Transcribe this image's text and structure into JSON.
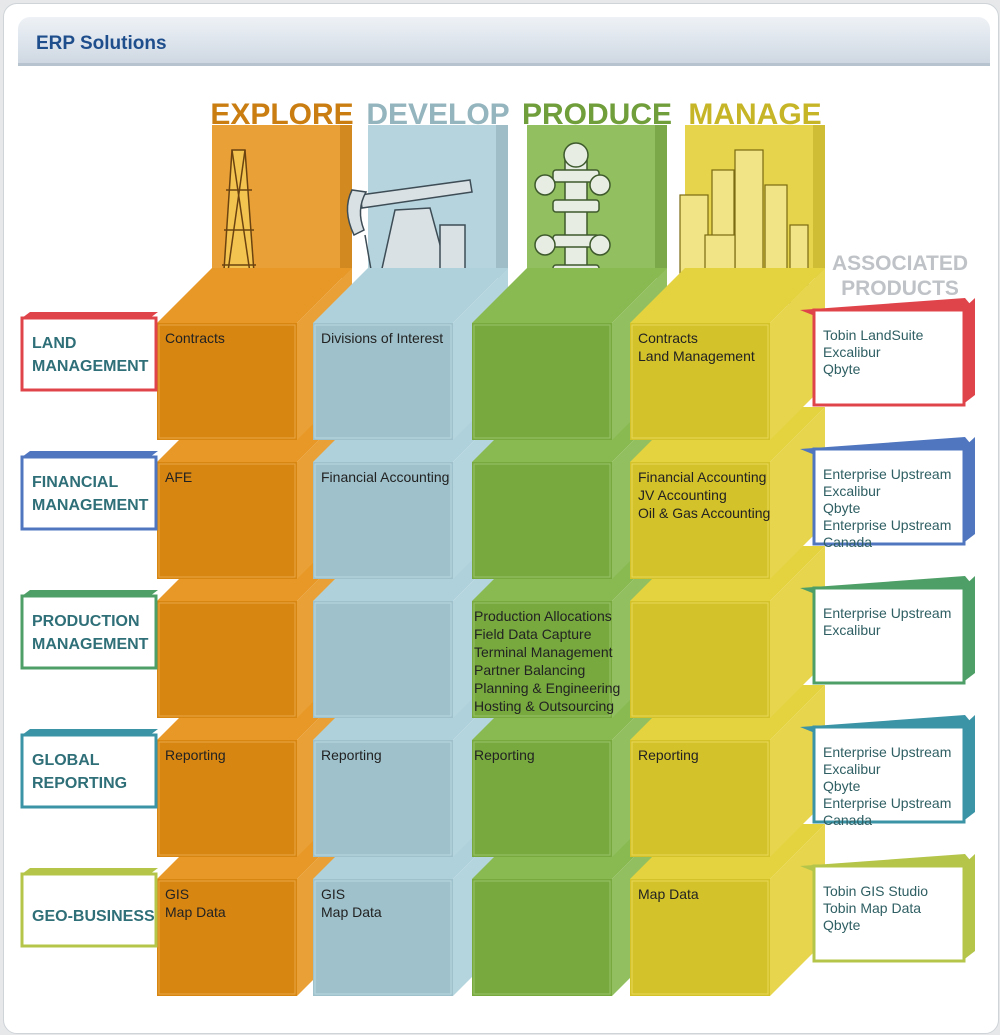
{
  "window": {
    "title": "ERP Solutions"
  },
  "phases": [
    {
      "name": "EXPLORE",
      "color": "#e58f13"
    },
    {
      "name": "DEVELOP",
      "color": "#a8cdd8"
    },
    {
      "name": "PRODUCE",
      "color": "#7fb443"
    },
    {
      "name": "MANAGE",
      "color": "#e2ce2d"
    }
  ],
  "associated_header": [
    "ASSOCIATED",
    "PRODUCTS"
  ],
  "rows": [
    {
      "label": [
        "LAND",
        "MANAGEMENT"
      ],
      "color": "#e0444b",
      "cells": [
        [
          "Contracts"
        ],
        [
          "Divisions of Interest"
        ],
        [],
        [
          "Contracts",
          "Land Management"
        ]
      ],
      "products": [
        "Tobin LandSuite",
        "Excalibur",
        "Qbyte"
      ]
    },
    {
      "label": [
        "FINANCIAL",
        "MANAGEMENT"
      ],
      "color": "#4f76bf",
      "cells": [
        [
          "AFE"
        ],
        [
          "Financial Accounting"
        ],
        [],
        [
          "Financial Accounting",
          "JV Accounting",
          "Oil & Gas Accounting"
        ]
      ],
      "products": [
        "Enterprise Upstream",
        "Excalibur",
        "Qbyte",
        "Enterprise Upstream",
        "   Canada"
      ]
    },
    {
      "label": [
        "PRODUCTION",
        "MANAGEMENT"
      ],
      "color": "#4e9f67",
      "cells": [
        [],
        [],
        [
          "Production Allocations",
          "Field Data Capture",
          "Terminal Management",
          "Partner Balancing",
          "Planning & Engineering",
          "Hosting & Outsourcing"
        ],
        []
      ],
      "products": [
        "Enterprise Upstream",
        "Excalibur"
      ]
    },
    {
      "label": [
        "GLOBAL",
        "REPORTING"
      ],
      "color": "#3b93a6",
      "cells": [
        [
          "Reporting"
        ],
        [
          "Reporting"
        ],
        [
          "Reporting"
        ],
        [
          "Reporting"
        ]
      ],
      "products": [
        "Enterprise Upstream",
        "Excalibur",
        "Qbyte",
        "Enterprise Upstream",
        "   Canada"
      ]
    },
    {
      "label": [
        "GEO-BUSINESS"
      ],
      "color": "#b4c54a",
      "cells": [
        [
          "GIS",
          "Map Data"
        ],
        [
          "GIS",
          "Map Data"
        ],
        [],
        [
          "Map Data"
        ]
      ],
      "products": [
        "Tobin GIS Studio",
        "Tobin Map Data",
        "Qbyte"
      ]
    }
  ]
}
